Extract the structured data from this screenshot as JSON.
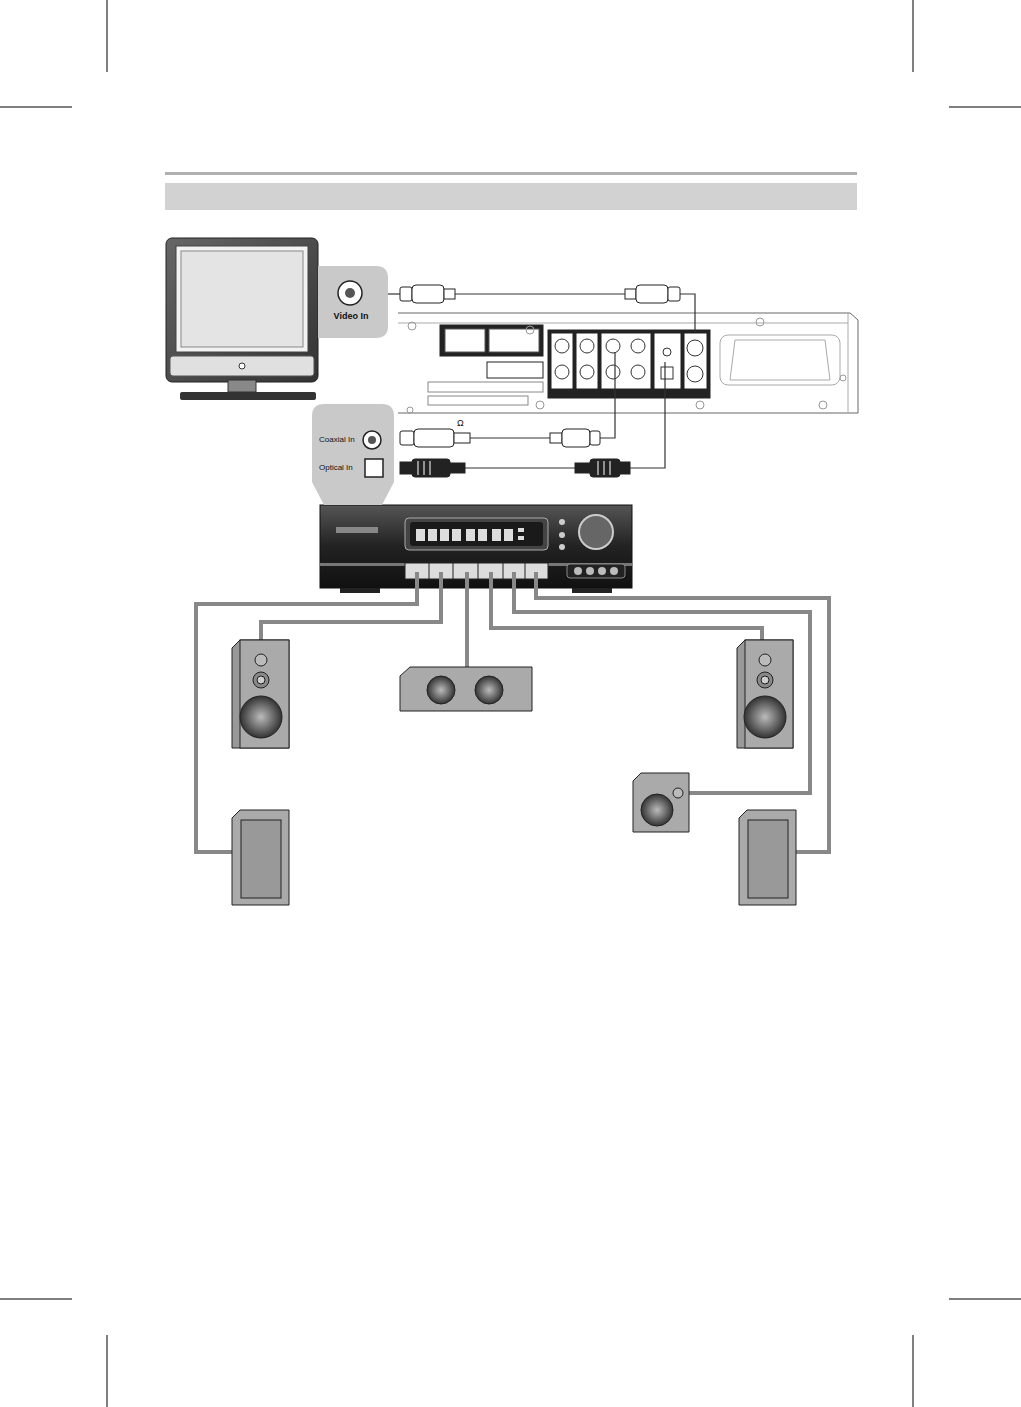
{
  "diagram": {
    "nodes": [
      {
        "text": [
          "Video In"
        ]
      },
      {
        "text": [
          "Coaxial In",
          "Optical In"
        ]
      }
    ],
    "labels": [
      "Ω"
    ]
  }
}
